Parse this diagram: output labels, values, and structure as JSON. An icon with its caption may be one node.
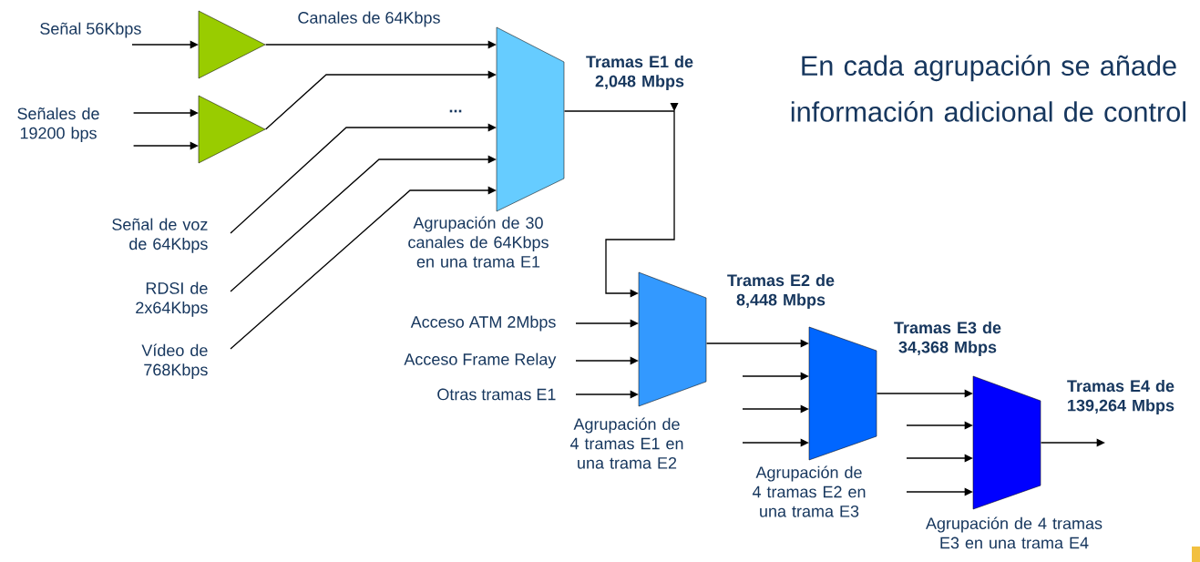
{
  "diagram": {
    "nodes": [
      {
        "text": [
          "Señal 56Kbps"
        ]
      },
      {
        "text": [
          "Señales de 19200 bps"
        ]
      },
      {
        "text": [],
        "shape": "triangle"
      },
      {
        "text": [],
        "shape": "triangle"
      },
      {
        "text": [
          "Señal de voz de 64Kbps"
        ]
      },
      {
        "text": [
          "RDSI de 2x64Kbps"
        ]
      },
      {
        "text": [
          "Vídeo de 768Kbps"
        ]
      },
      {
        "text": [],
        "shape": "trapezoid",
        "beside": [
          "Agrupación de 30 canales de 64Kbps en una trama E1"
        ]
      },
      {
        "text": [
          "Acceso ATM 2Mbps"
        ]
      },
      {
        "text": [
          "Acceso Frame Relay"
        ]
      },
      {
        "text": [
          "Otras tramas E1"
        ]
      },
      {
        "text": [],
        "shape": "trapezoid",
        "beside": [
          "Agrupación de 4 tramas E1 en una trama E2"
        ]
      },
      {
        "text": [],
        "shape": "trapezoid",
        "beside": [
          "Agrupación de 4 tramas E2 en una trama E3"
        ]
      },
      {
        "text": [],
        "shape": "trapezoid",
        "beside": [
          "Agrupación de 4 tramas E3 en una trama E4"
        ]
      }
    ],
    "edges": [
      {
        "from": 0,
        "to": 2,
        "arrow": "to"
      },
      {
        "from": 1,
        "to": 3,
        "arrow": "to"
      },
      {
        "from": 1,
        "to": 3,
        "arrow": "to"
      },
      {
        "from": 2,
        "to": 7,
        "arrow": "to",
        "label": "Canales de 64Kbps"
      },
      {
        "from": 3,
        "to": 7,
        "arrow": "to"
      },
      {
        "from": 4,
        "to": 7,
        "arrow": "to"
      },
      {
        "from": 5,
        "to": 7,
        "arrow": "to"
      },
      {
        "from": 6,
        "to": 7,
        "arrow": "to"
      },
      {
        "from": 7,
        "to": 11,
        "arrow": "to",
        "label": "Tramas E1 de 2,048 Mbps"
      },
      {
        "from": 8,
        "to": 11,
        "arrow": "to"
      },
      {
        "from": 9,
        "to": 11,
        "arrow": "to"
      },
      {
        "from": 10,
        "to": 11,
        "arrow": "to"
      },
      {
        "from": 11,
        "to": 12,
        "arrow": "to",
        "label": "Tramas E2 de 8,448 Mbps"
      },
      {
        "from": null,
        "to": 12,
        "arrow": "to"
      },
      {
        "from": null,
        "to": 12,
        "arrow": "to"
      },
      {
        "from": null,
        "to": 12,
        "arrow": "to"
      },
      {
        "from": 12,
        "to": 13,
        "arrow": "to",
        "label": "Tramas E3 de 34,368 Mbps"
      },
      {
        "from": null,
        "to": 13,
        "arrow": "to"
      },
      {
        "from": null,
        "to": 13,
        "arrow": "to"
      },
      {
        "from": null,
        "to": 13,
        "arrow": "to"
      },
      {
        "from": 13,
        "to": null,
        "arrow": "to",
        "label": "Tramas E4 de 139,264 Mbps"
      }
    ],
    "labels": [
      "...",
      "En cada agrupación se añade información adicional de control"
    ]
  }
}
